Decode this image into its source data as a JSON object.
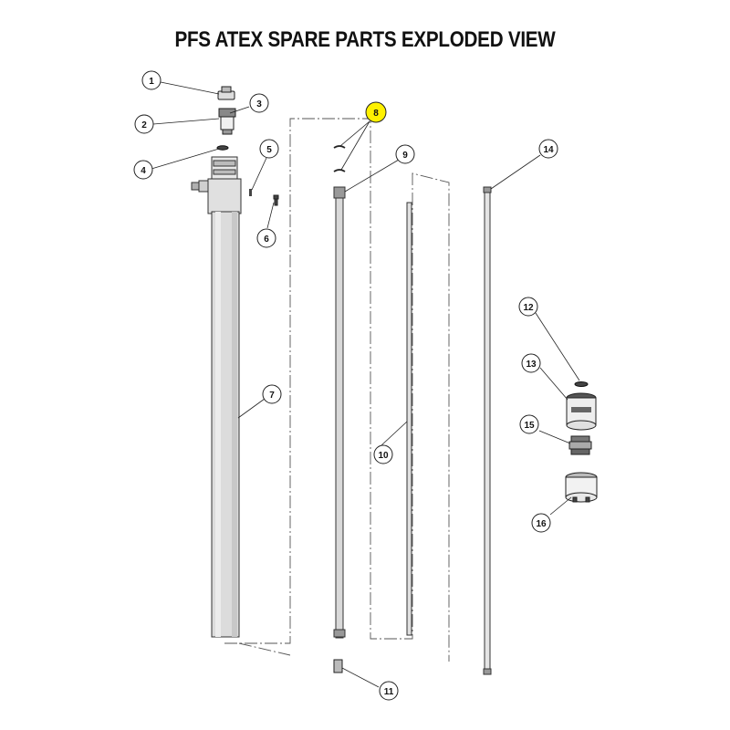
{
  "title": "PFS ATEX SPARE PARTS EXPLODED VIEW",
  "highlight_color": "#fff100",
  "callouts": [
    "1",
    "2",
    "3",
    "4",
    "5",
    "6",
    "7",
    "8",
    "9",
    "10",
    "11",
    "12",
    "13",
    "14",
    "15",
    "16"
  ]
}
